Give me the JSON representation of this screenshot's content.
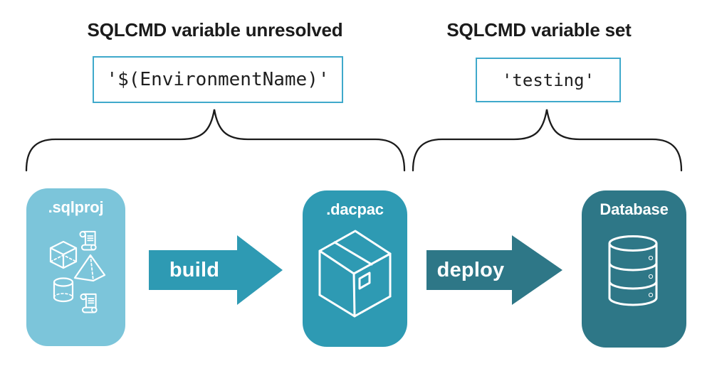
{
  "colors": {
    "light_card": "#7CC5DA",
    "teal": "#2E9AB3",
    "dark_teal": "#2E7787",
    "box_border": "#3FA9CB",
    "ink": "#1B1B1B"
  },
  "left_section": {
    "heading": "SQLCMD variable unresolved",
    "code": "'$(EnvironmentName)'"
  },
  "right_section": {
    "heading": "SQLCMD variable set",
    "code": "'testing'"
  },
  "pipeline": {
    "source": {
      "label": ".sqlproj",
      "icons": [
        "script-icon",
        "cube-icon",
        "pyramid-icon",
        "cylinder-icon",
        "script-icon"
      ]
    },
    "build_arrow": {
      "label": "build"
    },
    "artifact": {
      "label": ".dacpac",
      "icon": "package-icon"
    },
    "deploy_arrow": {
      "label": "deploy"
    },
    "target": {
      "label": "Database",
      "icon": "database-icon"
    }
  }
}
